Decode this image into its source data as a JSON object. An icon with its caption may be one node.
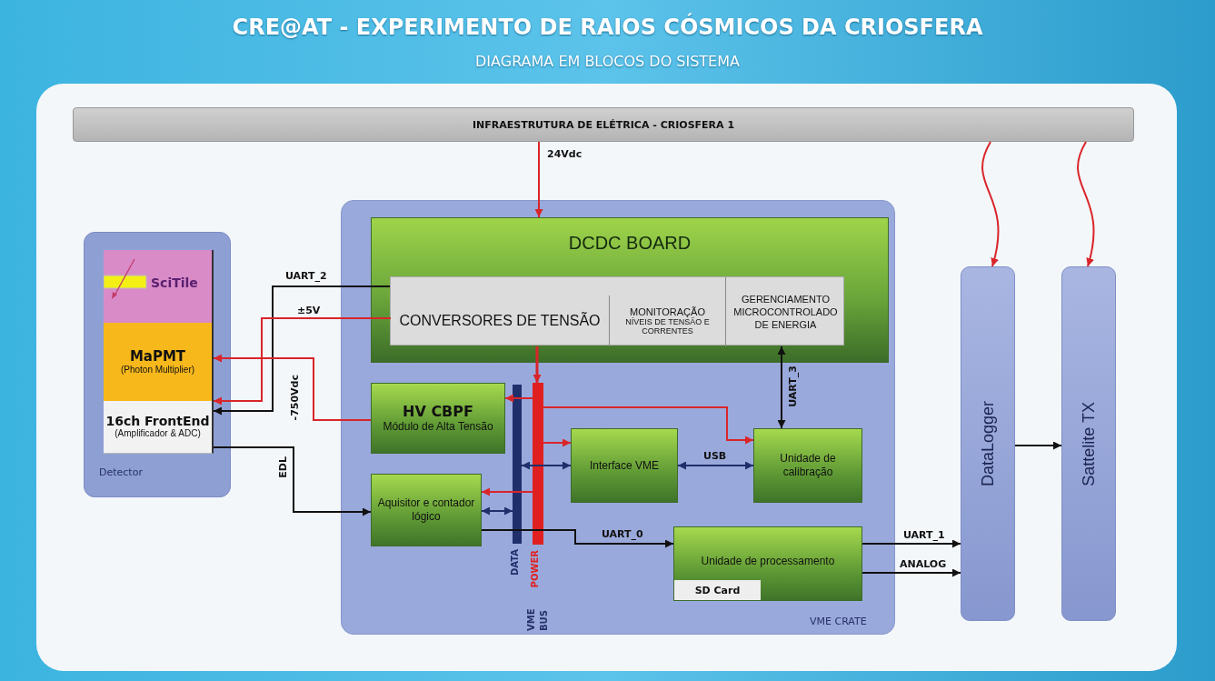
{
  "diagram": {
    "title": "CRE@AT - EXPERIMENTO DE RAIOS CÓSMICOS DA CRIOSFERA",
    "nodes": [
      {
        "text": [
          "INFRAESTRUTURA DE ELÉTRICA - CRIOSFERA 1"
        ]
      },
      {
        "text": [
          "Detector"
        ]
      },
      {
        "text": [
          "SciTile"
        ],
        "in": 1
      },
      {
        "text": [
          "MaPMT",
          "(Photon Multiplier)"
        ],
        "in": 1
      },
      {
        "text": [
          "16ch FrontEnd",
          "(Amplificador & ADC)"
        ],
        "in": 1
      },
      {
        "text": [
          "VME CRATE"
        ]
      },
      {
        "text": [
          "DCDC BOARD"
        ],
        "in": 5
      },
      {
        "text": [],
        "shape": "box",
        "in": 6
      },
      {
        "text": [
          "CONVERSORES DE TENSÃO"
        ],
        "in": 7
      },
      {
        "text": [
          "MONITORAÇÃO",
          "NÍVEIS DE TENSÃO E CORRENTES"
        ],
        "in": 7
      },
      {
        "text": [
          "GERENCIAMENTO MICROCONTROLADO DE ENERGIA"
        ],
        "in": 7
      },
      {
        "text": [
          "HV CBPF",
          "Módulo de Alta Tensão"
        ],
        "in": 5
      },
      {
        "text": [
          "Aquisitor e contador lógico"
        ],
        "in": 5
      },
      {
        "text": [
          "DATA"
        ],
        "in": 5
      },
      {
        "text": [
          "POWER"
        ],
        "in": 5
      },
      {
        "text": [
          "Interface VME"
        ],
        "in": 5
      },
      {
        "text": [
          "Unidade de calibração"
        ],
        "in": 5
      },
      {
        "text": [
          "Unidade de processamento"
        ],
        "in": 5
      },
      {
        "text": [
          "SD Card"
        ],
        "in": 17
      },
      {
        "text": [
          "DataLogger"
        ]
      },
      {
        "text": [
          "Sattelite TX"
        ]
      }
    ],
    "edges": [
      {
        "from": 0,
        "to": 6,
        "arrow": "to",
        "label": "24Vdc",
        "color": "#d9252a"
      },
      {
        "from": 7,
        "to": 4,
        "arrow": "to",
        "label": "UART_2",
        "color": "#111111"
      },
      {
        "from": 8,
        "to": 4,
        "arrow": "to",
        "label": "±5V",
        "color": "#d9252a"
      },
      {
        "from": 11,
        "to": 3,
        "arrow": "to",
        "label": "-750Vdc",
        "color": "#d9252a"
      },
      {
        "from": 4,
        "to": 12,
        "arrow": "to",
        "label": "EDL",
        "color": "#111111"
      },
      {
        "from": 8,
        "to": 14,
        "arrow": "to",
        "color": "#d9252a"
      },
      {
        "from": 14,
        "to": 11,
        "arrow": "to",
        "color": "#d9252a"
      },
      {
        "from": 14,
        "to": 12,
        "arrow": "to",
        "color": "#d9252a"
      },
      {
        "from": 14,
        "to": 15,
        "arrow": "to",
        "color": "#d9252a"
      },
      {
        "from": 14,
        "to": 16,
        "arrow": "to",
        "color": "#d9252a"
      },
      {
        "from": 13,
        "to": 15,
        "arrow": "both",
        "color": "#1f2f6b"
      },
      {
        "from": 13,
        "to": 12,
        "arrow": "both",
        "color": "#1f2f6b"
      },
      {
        "from": 15,
        "to": 16,
        "arrow": "both",
        "label": "USB",
        "color": "#1f2f6b"
      },
      {
        "from": 10,
        "to": 16,
        "arrow": "both",
        "label": "UART_3",
        "color": "#111111"
      },
      {
        "from": 12,
        "to": 17,
        "arrow": "to",
        "label": "UART_0",
        "color": "#111111"
      },
      {
        "from": 17,
        "to": 19,
        "arrow": "to",
        "label": "UART_1",
        "color": "#111111"
      },
      {
        "from": 17,
        "to": 19,
        "arrow": "to",
        "label": "ANALOG",
        "color": "#111111"
      },
      {
        "from": 0,
        "to": 19,
        "arrow": "to",
        "color": "#d9252a"
      },
      {
        "from": 0,
        "to": 20,
        "arrow": "to",
        "color": "#d9252a"
      },
      {
        "from": 19,
        "to": 20,
        "arrow": "to",
        "color": "#111111"
      }
    ],
    "labels": [
      "DIAGRAMA EM BLOCOS DO SISTEMA",
      "VME BUS"
    ]
  }
}
